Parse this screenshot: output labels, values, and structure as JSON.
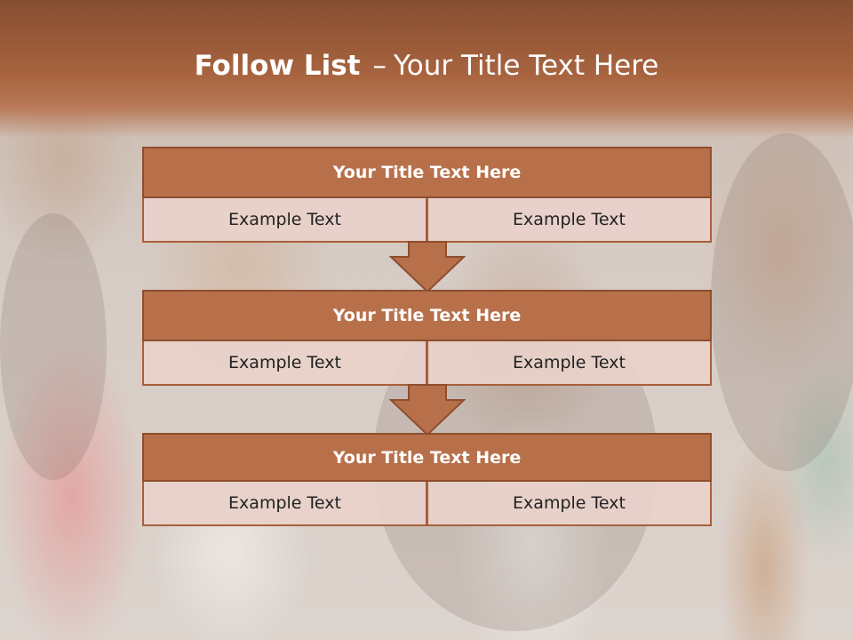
{
  "slide": {
    "title_bold": "Follow List",
    "title_dash": "–",
    "title_rest": "Your Title Text Here"
  },
  "blocks": [
    {
      "title": "Your Title Text Here",
      "left": "Example Text",
      "right": "Example Text"
    },
    {
      "title": "Your Title Text Here",
      "left": "Example Text",
      "right": "Example Text"
    },
    {
      "title": "Your Title Text Here",
      "left": "Example Text",
      "right": "Example Text"
    }
  ],
  "colors": {
    "header": "#a8643f",
    "block_title_fill": "#b8704a",
    "block_border": "#8e4e2e",
    "cell_fill": "#e8d2ca",
    "arrow_fill": "#b8704a"
  }
}
